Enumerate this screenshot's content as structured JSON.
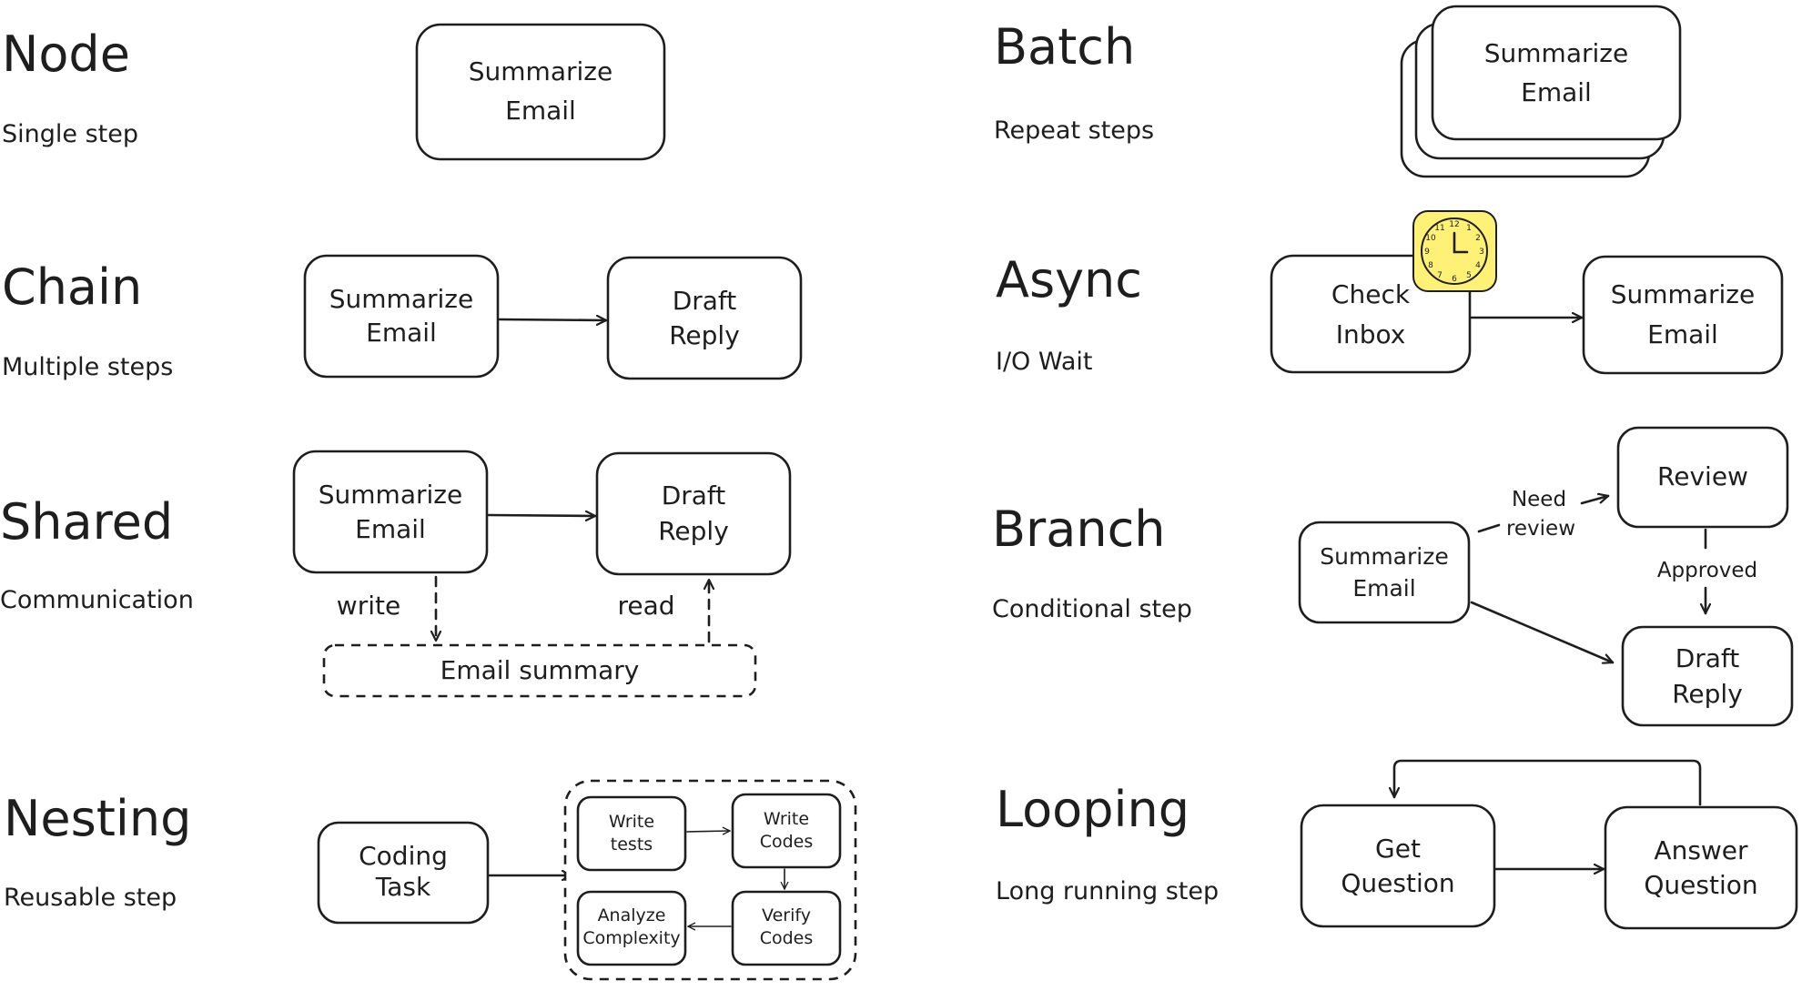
{
  "patterns": {
    "node": {
      "title": "Node",
      "subtitle": "Single step",
      "box": [
        "Summarize",
        "Email"
      ]
    },
    "batch": {
      "title": "Batch",
      "subtitle": "Repeat steps",
      "box": [
        "Summarize",
        "Email"
      ]
    },
    "chain": {
      "title": "Chain",
      "subtitle": "Multiple steps",
      "box1": [
        "Summarize",
        "Email"
      ],
      "box2": [
        "Draft",
        "Reply"
      ]
    },
    "async": {
      "title": "Async",
      "subtitle": "I/O Wait",
      "box1": [
        "Check",
        "Inbox"
      ],
      "box2": [
        "Summarize",
        "Email"
      ]
    },
    "shared": {
      "title": "Shared",
      "subtitle": "Communication",
      "box1": [
        "Summarize",
        "Email"
      ],
      "box2": [
        "Draft",
        "Reply"
      ],
      "store": "Email summary",
      "write": "write",
      "read": "read"
    },
    "branch": {
      "title": "Branch",
      "subtitle": "Conditional step",
      "start": [
        "Summarize",
        "Email"
      ],
      "review": "Review",
      "draft": [
        "Draft",
        "Reply"
      ],
      "need_review": [
        "Need",
        "review"
      ],
      "approved": "Approved"
    },
    "nesting": {
      "title": "Nesting",
      "subtitle": "Reusable step",
      "task": [
        "Coding",
        "Task"
      ],
      "inner": {
        "write_tests": [
          "Write",
          "tests"
        ],
        "write_codes": [
          "Write",
          "Codes"
        ],
        "verify_codes": [
          "Verify",
          "Codes"
        ],
        "analyze": [
          "Analyze",
          "Complexity"
        ]
      }
    },
    "looping": {
      "title": "Looping",
      "subtitle": "Long running step",
      "box1": [
        "Get",
        "Question"
      ],
      "box2": [
        "Answer",
        "Question"
      ]
    }
  },
  "colors": {
    "ink": "#1e1e1e",
    "clock_face": "#fff176"
  },
  "icons": {
    "clock": "clock-icon"
  }
}
